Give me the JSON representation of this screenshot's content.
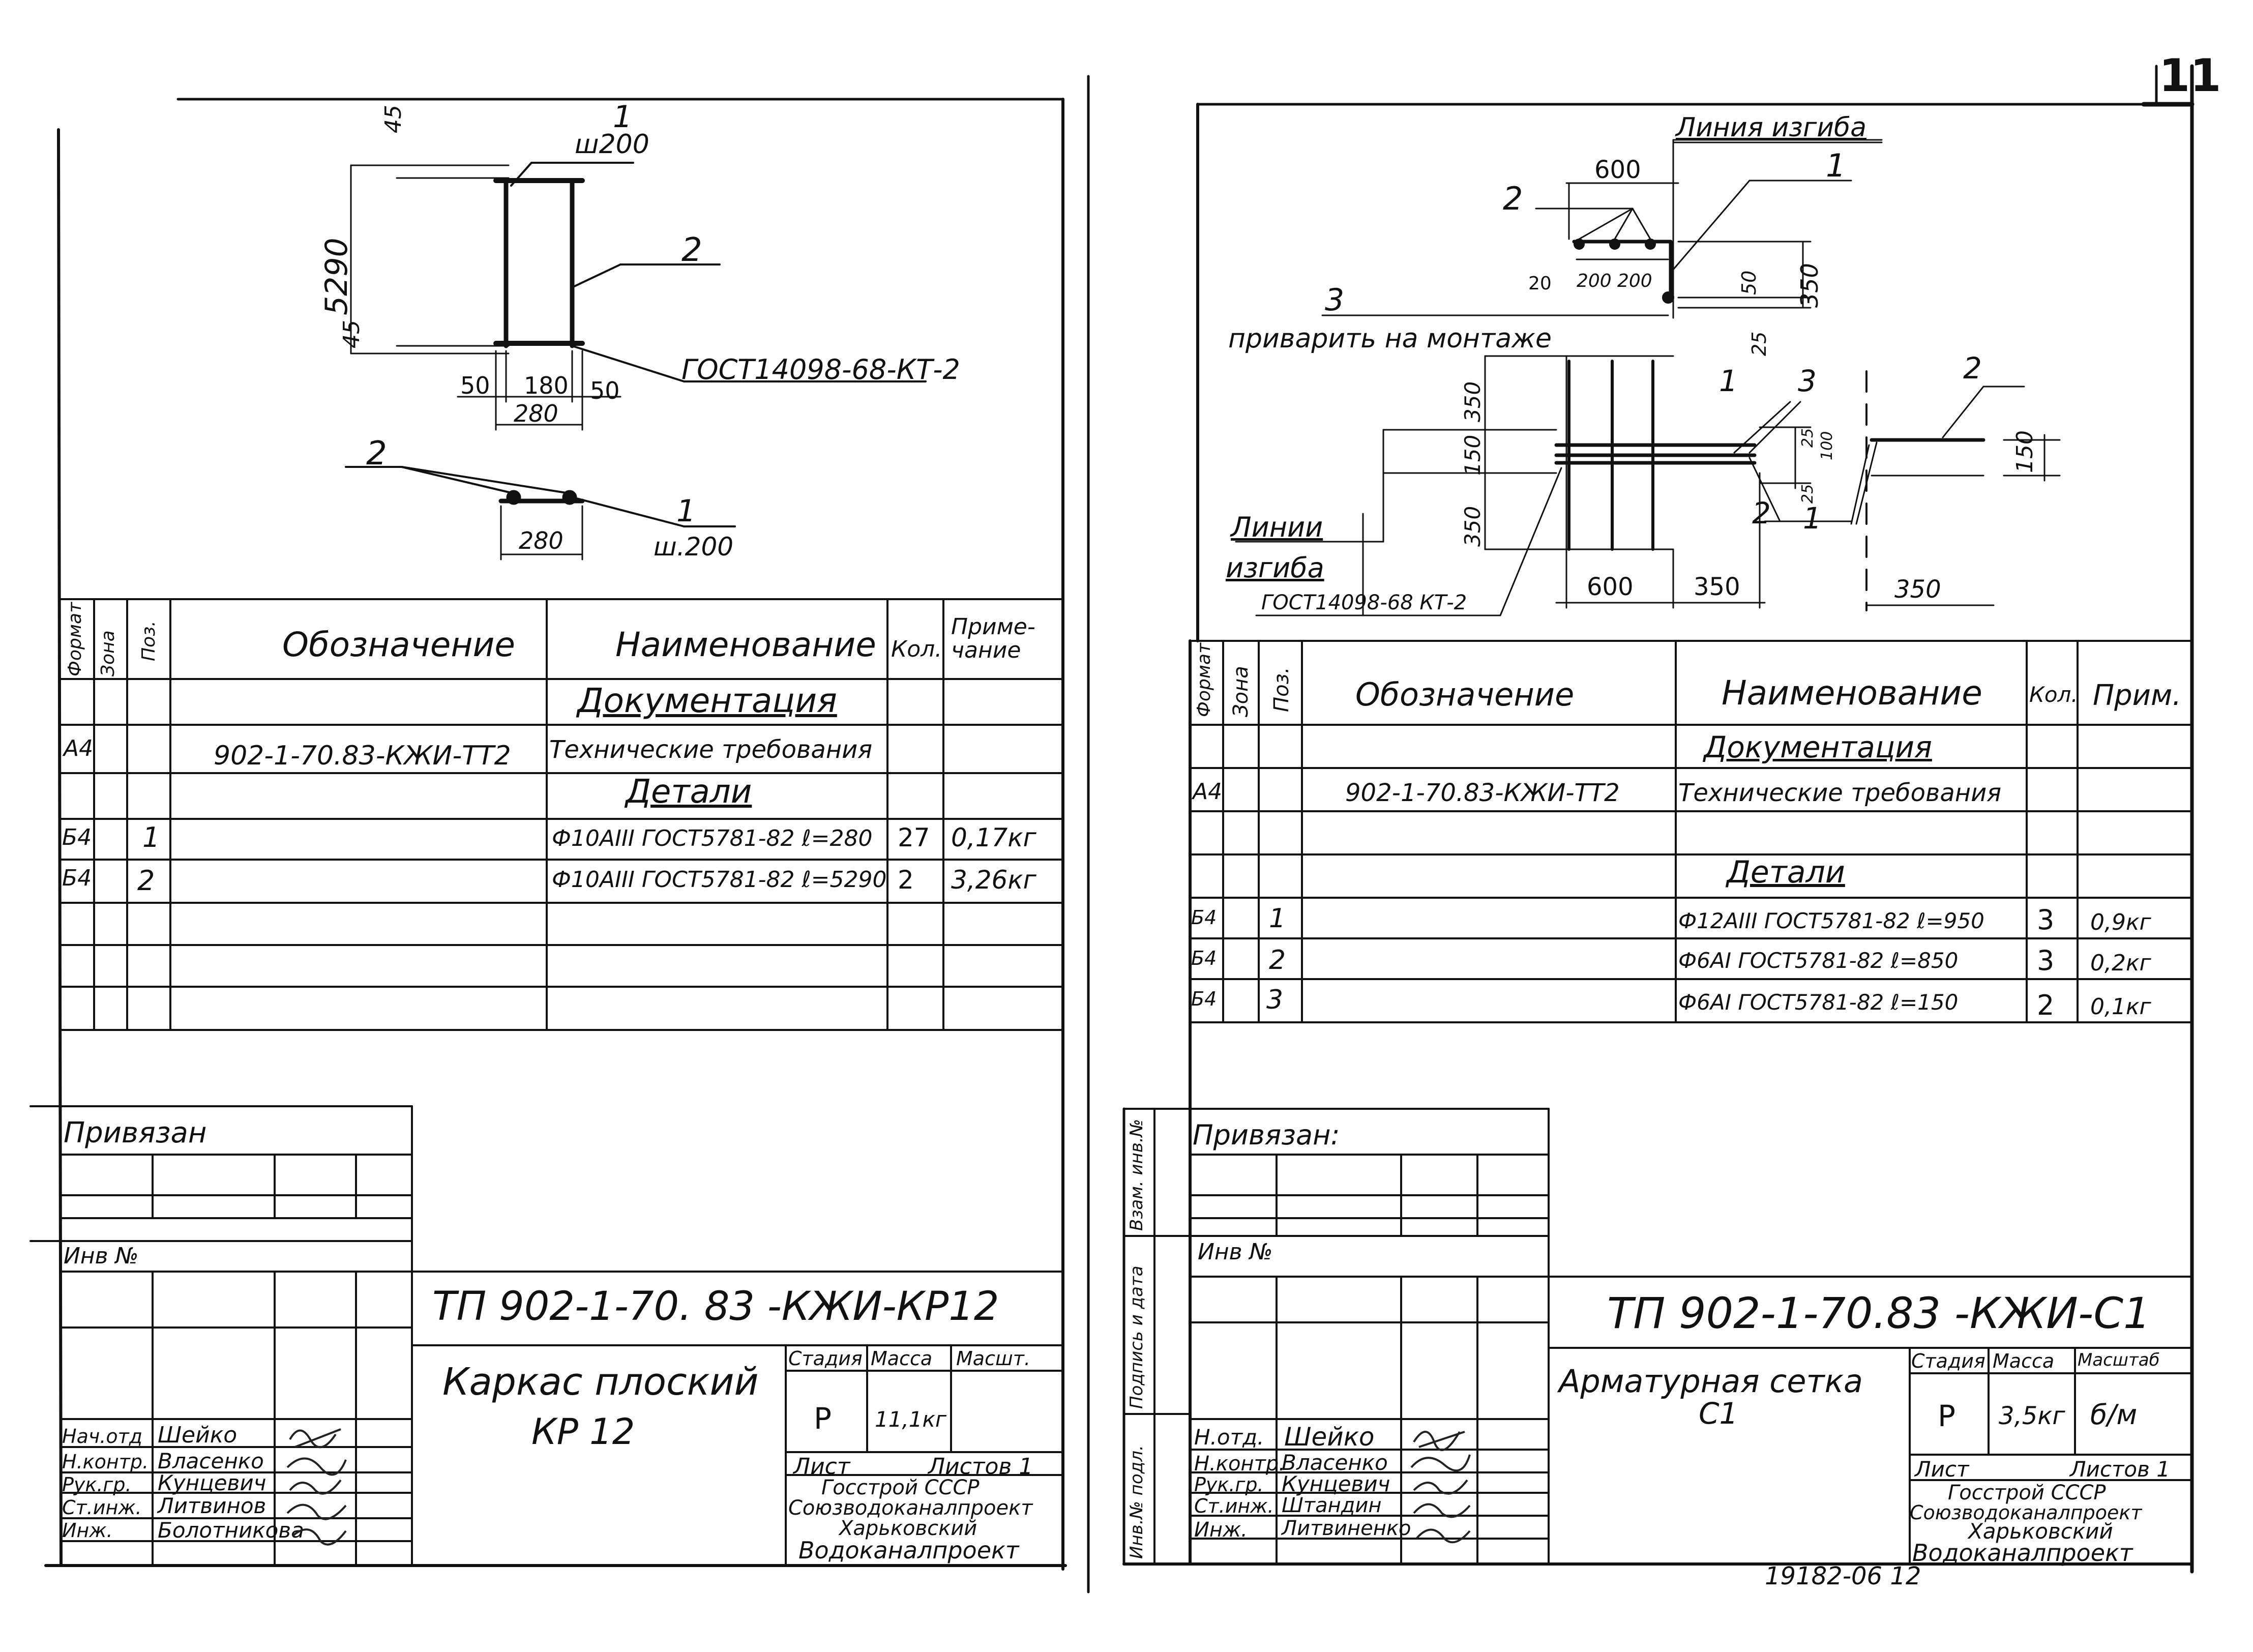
{
  "page_number": "11",
  "archive_number": "19182-06 12",
  "sheet1": {
    "drawing1": {
      "dim_45": "45",
      "dim_5290": "5290",
      "dim_45_lower": "45",
      "pos1_label": "1",
      "w200": "ш200",
      "pos2_label": "2",
      "gost_note": "ГОСТ14098-68-КТ-2",
      "dim_50_left": "50",
      "dim_180": "180",
      "dim_50_right": "50",
      "dim_280": "280"
    },
    "drawing2": {
      "pos2_label": "2",
      "pos1_label": "1",
      "dim_280": "280",
      "w200": "ш.200"
    },
    "table": {
      "headers": {
        "format": "Формат",
        "zone": "Зона",
        "pos": "Поз.",
        "designation": "Обозначение",
        "name": "Наименование",
        "qty": "Кол.",
        "note": "Приме-\nчание"
      },
      "section_docs": "Документация",
      "doc_row": {
        "format": "А4",
        "designation": "902-1-70.83-КЖИ-ТТ2",
        "name": "Технические требования"
      },
      "section_parts": "Детали",
      "rows": [
        {
          "format": "Б4",
          "pos": "1",
          "name": "Ф10АIII ГОСТ5781-82 ℓ=280",
          "qty": "27",
          "note": "0,17кг"
        },
        {
          "format": "Б4",
          "pos": "2",
          "name": "Ф10АIII ГОСТ5781-82 ℓ=5290",
          "qty": "2",
          "note": "3,26кг"
        }
      ]
    },
    "title_block": {
      "privyazan": "Привязан",
      "inv": "Инв №",
      "doc_code": "ТП 902-1-70. 83 -КЖИ-КР12",
      "title_line1": "Каркас плоский",
      "title_line2": "КР 12",
      "stage_label": "Стадия",
      "mass_label": "Масса",
      "scale_label": "Масшт.",
      "stage": "Р",
      "mass": "11,1кг",
      "sheet_label": "Лист",
      "sheets_label": "Листов 1",
      "org_line1": "Госстрой СССР",
      "org_line2": "Союзводоканалпроект",
      "org_line3": "Харьковский",
      "org_line4": "Водоканалпроект",
      "staff": [
        {
          "role": "Нач.отд",
          "name": "Шейко"
        },
        {
          "role": "Н.контр.",
          "name": "Власенко"
        },
        {
          "role": "Рук.гр.",
          "name": "Кунцевич"
        },
        {
          "role": "Ст.инж.",
          "name": "Литвинов"
        },
        {
          "role": "Инж.",
          "name": "Болотникова"
        }
      ]
    }
  },
  "sheet2": {
    "drawing": {
      "bend_line_top": "Линия изгиба",
      "dim_600_top": "600",
      "pos1": "1",
      "pos2": "2",
      "dim_20": "20",
      "dim_200_a": "200",
      "dim_200_b": "200",
      "dim_50": "50",
      "dim_350_right": "350",
      "dim_25": "25",
      "pos3": "3",
      "weld_note": "приварить на монтаже",
      "dim_350_a": "350",
      "dim_150": "150",
      "dim_350_b": "350",
      "pos1_mid": "1",
      "pos3_mid": "3",
      "dim_25a": "25",
      "dim_100": "100",
      "dim_25b": "25",
      "pos2_mid": "2",
      "pos1_low": "1",
      "pos2_right": "2",
      "dim_150_right": "150",
      "bend_lines_1": "Линии",
      "bend_lines_2": "изгиба",
      "gost_note": "ГОСТ14098-68 КТ-2",
      "dim_600_bottom": "600",
      "dim_350_bottom": "350",
      "dim_350_far": "350"
    },
    "table": {
      "headers": {
        "format": "Формат",
        "zone": "Зона",
        "pos": "Поз.",
        "designation": "Обозначение",
        "name": "Наименование",
        "qty": "Кол.",
        "note": "Прим."
      },
      "section_docs": "Документация",
      "doc_row": {
        "format": "А4",
        "designation": "902-1-70.83-КЖИ-ТТ2",
        "name": "Технические требования"
      },
      "section_parts": "Детали",
      "rows": [
        {
          "format": "Б4",
          "pos": "1",
          "name": "Ф12АIII ГОСТ5781-82 ℓ=950",
          "qty": "3",
          "note": "0,9кг"
        },
        {
          "format": "Б4",
          "pos": "2",
          "name": "Ф6АI ГОСТ5781-82 ℓ=850",
          "qty": "3",
          "note": "0,2кг"
        },
        {
          "format": "Б4",
          "pos": "3",
          "name": "Ф6АI ГОСТ5781-82 ℓ=150",
          "qty": "2",
          "note": "0,1кг"
        }
      ]
    },
    "side_labels": {
      "a": "Взам. инв.№",
      "b": "Подпись и дата",
      "c": "Инв.№ подл."
    },
    "title_block": {
      "privyazan": "Привязан:",
      "inv": "Инв №",
      "doc_code": "ТП 902-1-70.83 -КЖИ-С1",
      "title_line1": "Арматурная сетка",
      "title_line2": "С1",
      "stage_label": "Стадия",
      "mass_label": "Масса",
      "scale_label": "Масштаб",
      "stage": "Р",
      "mass": "3,5кг",
      "scale": "б/м",
      "sheet_label": "Лист",
      "sheets_label": "Листов 1",
      "org_line1": "Госстрой СССР",
      "org_line2": "Союзводоканалпроект",
      "org_line3": "Харьковский",
      "org_line4": "Водоканалпроект",
      "staff": [
        {
          "role": "Н.отд.",
          "name": "Шейко"
        },
        {
          "role": "Н.контр.",
          "name": "Власенко"
        },
        {
          "role": "Рук.гр.",
          "name": "Кунцевич"
        },
        {
          "role": "Ст.инж.",
          "name": "Штандин"
        },
        {
          "role": "Инж.",
          "name": "Литвиненко"
        }
      ]
    }
  }
}
